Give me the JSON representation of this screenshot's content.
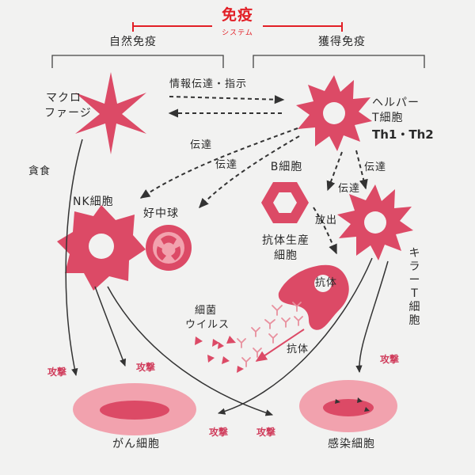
{
  "header": {
    "title": "免疫",
    "subtitle": "システム",
    "innate": "自然免疫",
    "acquired": "獲得免疫"
  },
  "cells": {
    "macrophage": [
      "マクロ",
      "ファージ"
    ],
    "helper": [
      "ヘルパー",
      "T細胞",
      "Th1・Th2"
    ],
    "b_cell": "B細胞",
    "nk_cell": "NK細胞",
    "neutrophil": "好中球",
    "killer_t": "キラーT細胞",
    "antibody_producing": [
      "抗体生産",
      "細胞"
    ],
    "cancer_cell": "がん細胞",
    "infected_cell": "感染細胞"
  },
  "labels": {
    "info_transfer": "情報伝達・指示",
    "transfer": "伝達",
    "release": "放出",
    "antibody": "抗体",
    "bacteria_virus": [
      "細菌",
      "ウイルス"
    ],
    "phagocytosis": "貪食",
    "attack": "攻撃"
  },
  "colors": {
    "accent": "#e21f26",
    "cell": "#dc4a66",
    "cell_light": "#f2a2ae",
    "line": "#333333"
  }
}
